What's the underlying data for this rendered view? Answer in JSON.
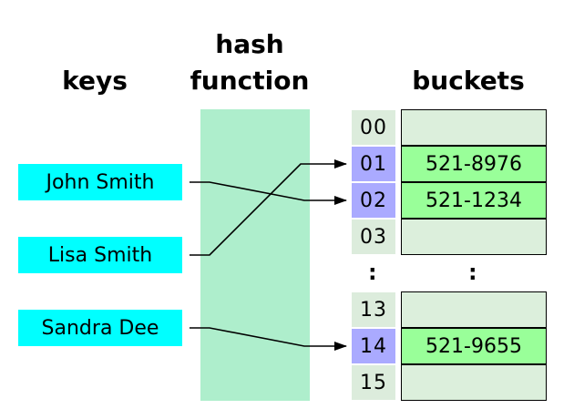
{
  "headings": {
    "keys": "keys",
    "hash_line1": "hash",
    "hash_line2": "function",
    "buckets": "buckets"
  },
  "keys": [
    "John Smith",
    "Lisa Smith",
    "Sandra Dee"
  ],
  "buckets": [
    {
      "index": "00",
      "value": "",
      "hit": false
    },
    {
      "index": "01",
      "value": "521-8976",
      "hit": true
    },
    {
      "index": "02",
      "value": "521-1234",
      "hit": true
    },
    {
      "index": "03",
      "value": "",
      "hit": false
    },
    {
      "index": "13",
      "value": "",
      "hit": false
    },
    {
      "index": "14",
      "value": "521-9655",
      "hit": true
    },
    {
      "index": "15",
      "value": "",
      "hit": false
    }
  ],
  "ellipsis": ":",
  "mappings": [
    {
      "key": "John Smith",
      "bucket": "02"
    },
    {
      "key": "Lisa Smith",
      "bucket": "01"
    },
    {
      "key": "Sandra Dee",
      "bucket": "14"
    }
  ],
  "colors": {
    "key_fill": "#00ffff",
    "hash_fill": "#aeeecc",
    "index_fill": "#dcecdc",
    "index_hit_fill": "#aaaaff",
    "cell_fill": "#dcefdc",
    "cell_hit_fill": "#99ff99",
    "arrow": "#000000"
  }
}
